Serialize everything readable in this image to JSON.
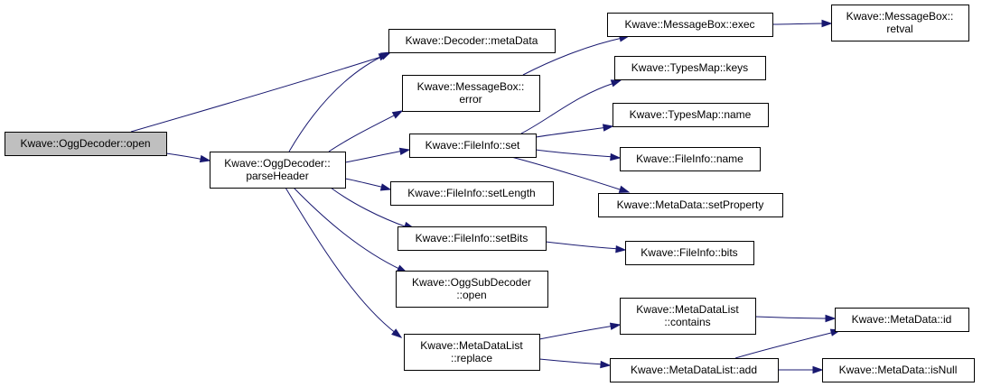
{
  "nodes": [
    {
      "id": "ogg_open",
      "lines": [
        "Kwave::OggDecoder::open"
      ],
      "root": true
    },
    {
      "id": "parse_header",
      "lines": [
        "Kwave::OggDecoder::",
        "parseHeader"
      ]
    },
    {
      "id": "decoder_metadata",
      "lines": [
        "Kwave::Decoder::metaData"
      ]
    },
    {
      "id": "msgbox_error",
      "lines": [
        "Kwave::MessageBox::",
        "error"
      ]
    },
    {
      "id": "msgbox_exec",
      "lines": [
        "Kwave::MessageBox::exec"
      ]
    },
    {
      "id": "msgbox_retval",
      "lines": [
        "Kwave::MessageBox::",
        "retval"
      ]
    },
    {
      "id": "fileinfo_set",
      "lines": [
        "Kwave::FileInfo::set"
      ]
    },
    {
      "id": "typesmap_keys",
      "lines": [
        "Kwave::TypesMap::keys"
      ]
    },
    {
      "id": "typesmap_name",
      "lines": [
        "Kwave::TypesMap::name"
      ]
    },
    {
      "id": "fileinfo_name",
      "lines": [
        "Kwave::FileInfo::name"
      ]
    },
    {
      "id": "metadata_setproperty",
      "lines": [
        "Kwave::MetaData::setProperty"
      ]
    },
    {
      "id": "fileinfo_setlength",
      "lines": [
        "Kwave::FileInfo::setLength"
      ]
    },
    {
      "id": "fileinfo_setbits",
      "lines": [
        "Kwave::FileInfo::setBits"
      ]
    },
    {
      "id": "fileinfo_bits",
      "lines": [
        "Kwave::FileInfo::bits"
      ]
    },
    {
      "id": "oggsub_open",
      "lines": [
        "Kwave::OggSubDecoder",
        "::open"
      ]
    },
    {
      "id": "mdlist_replace",
      "lines": [
        "Kwave::MetaDataList",
        "::replace"
      ]
    },
    {
      "id": "mdlist_contains",
      "lines": [
        "Kwave::MetaDataList",
        "::contains"
      ]
    },
    {
      "id": "mdlist_add",
      "lines": [
        "Kwave::MetaDataList::add"
      ]
    },
    {
      "id": "metadata_id",
      "lines": [
        "Kwave::MetaData::id"
      ]
    },
    {
      "id": "metadata_isnull",
      "lines": [
        "Kwave::MetaData::isNull"
      ]
    }
  ],
  "edges": [
    {
      "from": "ogg_open",
      "to": "decoder_metadata"
    },
    {
      "from": "ogg_open",
      "to": "parse_header"
    },
    {
      "from": "parse_header",
      "to": "decoder_metadata"
    },
    {
      "from": "parse_header",
      "to": "msgbox_error"
    },
    {
      "from": "parse_header",
      "to": "fileinfo_set"
    },
    {
      "from": "parse_header",
      "to": "fileinfo_setlength"
    },
    {
      "from": "parse_header",
      "to": "fileinfo_setbits"
    },
    {
      "from": "parse_header",
      "to": "oggsub_open"
    },
    {
      "from": "parse_header",
      "to": "mdlist_replace"
    },
    {
      "from": "msgbox_error",
      "to": "msgbox_exec"
    },
    {
      "from": "msgbox_exec",
      "to": "msgbox_retval"
    },
    {
      "from": "fileinfo_set",
      "to": "typesmap_keys"
    },
    {
      "from": "fileinfo_set",
      "to": "typesmap_name"
    },
    {
      "from": "fileinfo_set",
      "to": "fileinfo_name"
    },
    {
      "from": "fileinfo_set",
      "to": "metadata_setproperty"
    },
    {
      "from": "fileinfo_setbits",
      "to": "fileinfo_bits"
    },
    {
      "from": "mdlist_replace",
      "to": "mdlist_contains"
    },
    {
      "from": "mdlist_replace",
      "to": "mdlist_add"
    },
    {
      "from": "mdlist_contains",
      "to": "metadata_id"
    },
    {
      "from": "mdlist_add",
      "to": "metadata_id"
    },
    {
      "from": "mdlist_add",
      "to": "metadata_isnull"
    }
  ]
}
